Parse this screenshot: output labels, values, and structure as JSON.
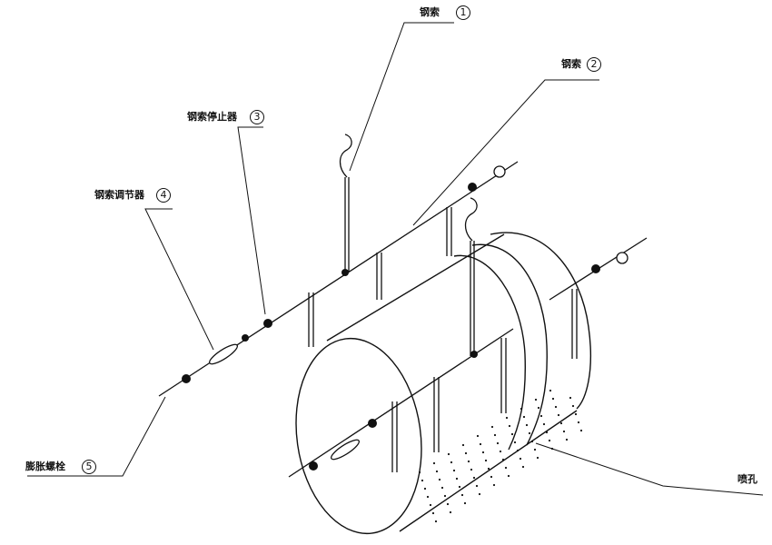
{
  "labels": {
    "steel_cable_1": {
      "text": "钢索",
      "num": "1"
    },
    "steel_cable_2": {
      "text": "钢索",
      "num": "2"
    },
    "cable_stopper_3": {
      "text": "钢索停止器",
      "num": "3"
    },
    "cable_adjuster_4": {
      "text": "钢索调节器",
      "num": "4"
    },
    "expansion_bolt_5": {
      "text": "膨胀螺栓",
      "num": "5"
    },
    "spray_hole": {
      "text": "喷孔"
    }
  },
  "colors": {
    "line": "#111111",
    "background": "#ffffff"
  }
}
